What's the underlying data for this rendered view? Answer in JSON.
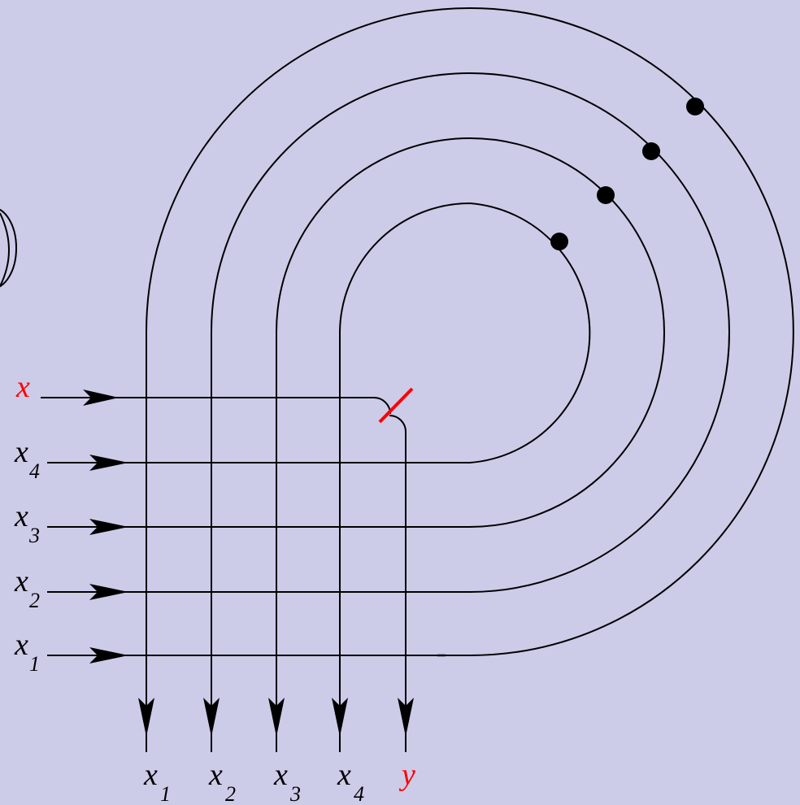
{
  "diagram": {
    "colors": {
      "background": "#cccce9",
      "line": "#000000",
      "accent": "#ff0000"
    },
    "input_labels": [
      {
        "base": "x",
        "sub": "",
        "color": "accent"
      },
      {
        "base": "x",
        "sub": "4",
        "color": "line"
      },
      {
        "base": "x",
        "sub": "3",
        "color": "line"
      },
      {
        "base": "x",
        "sub": "2",
        "color": "line"
      },
      {
        "base": "x",
        "sub": "1",
        "color": "line"
      }
    ],
    "output_labels": [
      {
        "base": "x",
        "sub": "1",
        "color": "line"
      },
      {
        "base": "x",
        "sub": "2",
        "color": "line"
      },
      {
        "base": "x",
        "sub": "3",
        "color": "line"
      },
      {
        "base": "x",
        "sub": "4",
        "color": "line"
      },
      {
        "base": "y",
        "sub": "",
        "color": "accent"
      }
    ]
  }
}
